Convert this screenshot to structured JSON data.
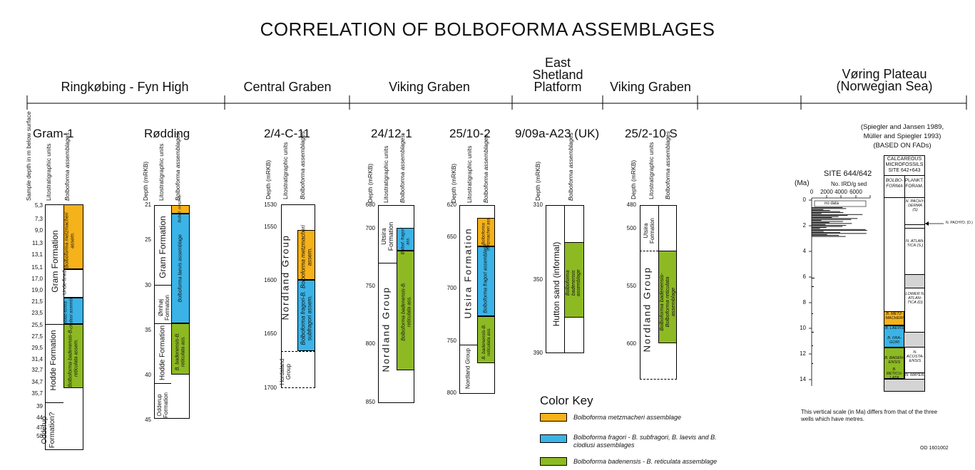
{
  "title": "CORRELATION OF BOLBOFORMA ASSEMBLAGES",
  "regions": [
    {
      "name": "Ringkøbing - Fyn High"
    },
    {
      "name": "Central Graben"
    },
    {
      "name": "Viking Graben"
    },
    {
      "name": "East Shetland Platform"
    },
    {
      "name": "Viking Graben"
    },
    {
      "name": "Vøring Plateau (Norwegian Sea)"
    }
  ],
  "wells": [
    "Gram-1",
    "Rødding",
    "2/4-C-11",
    "24/12-1",
    "25/10-2",
    "9/09a-A23 (UK)",
    "25/2-10 S"
  ],
  "headers": {
    "sample_depth": "Sample depth in m below surface",
    "depth_mrkb": "Depth (mRKB)",
    "litho": "Litostratigraphic units",
    "bolbo": "Bolboforma assemblages"
  },
  "gram1": {
    "ticks": [
      "5,3",
      "7,3",
      "9,0",
      "11,3",
      "13,1",
      "15,1",
      "17,0",
      "19,0",
      "21,5",
      "23,5",
      "25,5",
      "27,5",
      "29,5",
      "31,4",
      "32,7",
      "34,7",
      "35,7",
      "39",
      "44",
      "47",
      "50"
    ],
    "units": [
      "Gram Formation",
      "Unde-fined",
      "Hodde Formation",
      "Odderup Formation?"
    ],
    "assemblages": [
      "Bolboforma metzmacheri assem.",
      "Bolbo-forma clodiusi assemb.",
      "Bolboforma badenensis-B. reticulata assem."
    ]
  },
  "rodding": {
    "ticks": [
      "21",
      "25",
      "30",
      "35",
      "40",
      "45"
    ],
    "units": [
      "Gram Formation",
      "Ømhøj Formation",
      "Hodde Formation",
      "Odderup Formation"
    ],
    "assemblages": [
      "Bolbof. metzma.",
      "Bolboforma laevis assemblage",
      "B. badenensis-B. reticulata ass."
    ]
  },
  "c11": {
    "ticks": [
      "1530",
      "1550",
      "1600",
      "1650",
      "1700"
    ],
    "units": [
      "Nordland Group",
      "Hordaland Group"
    ],
    "assemblages": [
      "Bolboforma metzmacheri assem.",
      "Bolboforma fragori-B. subfragori assem."
    ]
  },
  "w24": {
    "ticks": [
      "680",
      "700",
      "750",
      "800",
      "850"
    ],
    "units": [
      "Utsira Formation",
      "Nordland Group"
    ],
    "assemblages": [
      "Bolbof. fragori ass.",
      "Bolboforma badenensis-B. reticulata ass."
    ]
  },
  "w25": {
    "ticks": [
      "620",
      "650",
      "700",
      "750",
      "800"
    ],
    "units": [
      "Utsira Formation",
      "Nordland Group"
    ],
    "assemblages": [
      "Bolboforma metzmacheri ass.",
      "Bolboforma fragori assemblage",
      "B. badenensis-B. reticulata ass."
    ]
  },
  "uk": {
    "ticks": [
      "310",
      "350",
      "390"
    ],
    "units": [
      "Hutton sand (informal)"
    ],
    "assemblages": [
      "Bolboforma badenensis assemblage"
    ]
  },
  "w252": {
    "ticks": [
      "480",
      "500",
      "550",
      "600"
    ],
    "units": [
      "Utsira Formation",
      "Nordland Group"
    ],
    "assemblages": [
      "Bolboforma badenensis-Bolboforma reticulata assemblage"
    ]
  },
  "voring": {
    "source": "(Spiegler and Jansen 1989, Müller and Spiegler 1993) (BASED ON FADs)",
    "site": "SITE 644/642",
    "ird_label": "No. IRD/g sed",
    "ird_ticks": [
      "0",
      "2000",
      "4000",
      "6000"
    ],
    "ma_label": "(Ma)",
    "ma_ticks": [
      "0",
      "2",
      "4",
      "6",
      "8",
      "10",
      "12",
      "14"
    ],
    "no_data": "no data",
    "calc_header": "CALCAREOUS MICROFOSSILS SITE 642+643",
    "bolbo_col": "BOLBO-FORMA",
    "plankt_col": "PLANKT. FORAM.",
    "bolbo_units": [
      "B. METZ-MACHERI",
      "B. LAEVIS",
      "B. FRA-GORI",
      "B. BADEN-ENSIS",
      "B. RETICU-LATA"
    ],
    "foram_units": [
      "N. PACHY-DERMA (S)",
      "N. ATLAN-TICA (S.)",
      "LOWER N. ATLAN-TICA (D)",
      "N. ACOSTA-ENSIS",
      "N. MAYERI"
    ],
    "pachyd_marker": "N. PACHYD. (D.)",
    "scale_note": "This vertical scale (in Ma) differs from that of the three wells which have metres."
  },
  "key": {
    "title": "Color Key",
    "items": [
      {
        "label": "Bolboforma metzmacheri assemblage",
        "color": "#f5b21a"
      },
      {
        "label": "Bolboforma fragori - B. subfragori, B. laevis and B. clodiusi assemblages",
        "color": "#3bb3e6"
      },
      {
        "label": "Bolboforma badenensis - B. reticulata assemblage",
        "color": "#8dba23"
      }
    ]
  },
  "code": "OD 1601002"
}
